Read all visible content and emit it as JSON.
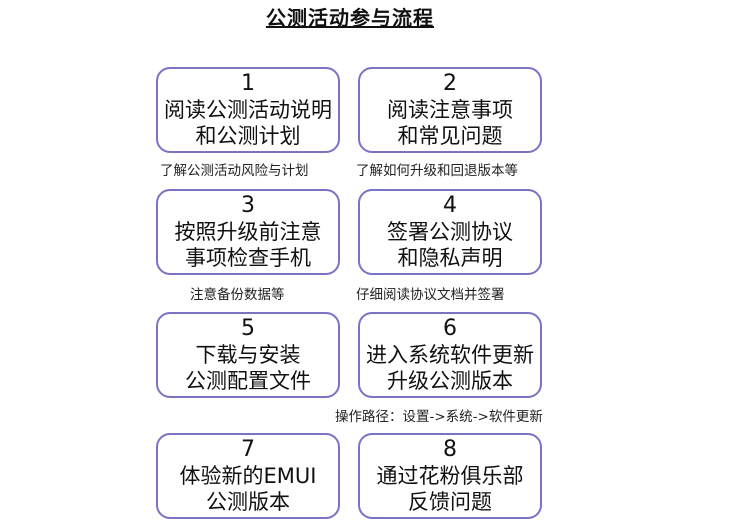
{
  "title": "公测活动参与流程",
  "steps": [
    {
      "number": "1",
      "line1": "阅读公测活动说明",
      "line2": "和公测计划",
      "note": "了解公测活动风险与计划"
    },
    {
      "number": "2",
      "line1": "阅读注意事项",
      "line2": "和常见问题",
      "note": "了解如何升级和回退版本等"
    },
    {
      "number": "3",
      "line1": "按照升级前注意",
      "line2": "事项检查手机",
      "note": "注意备份数据等"
    },
    {
      "number": "4",
      "line1": "签署公测协议",
      "line2": "和隐私声明",
      "note": "仔细阅读协议文档并签署"
    },
    {
      "number": "5",
      "line1": "下载与安装",
      "line2": "公测配置文件",
      "note": ""
    },
    {
      "number": "6",
      "line1": "进入系统软件更新",
      "line2": "升级公测版本",
      "note": "操作路径：设置->系统->软件更新"
    },
    {
      "number": "7",
      "line1": "体验新的EMUI",
      "line2": "公测版本",
      "note": ""
    },
    {
      "number": "8",
      "line1": "通过花粉俱乐部",
      "line2": "反馈问题",
      "note": ""
    }
  ],
  "colors": {
    "box_border": "#7a73c4",
    "text": "#111111"
  }
}
